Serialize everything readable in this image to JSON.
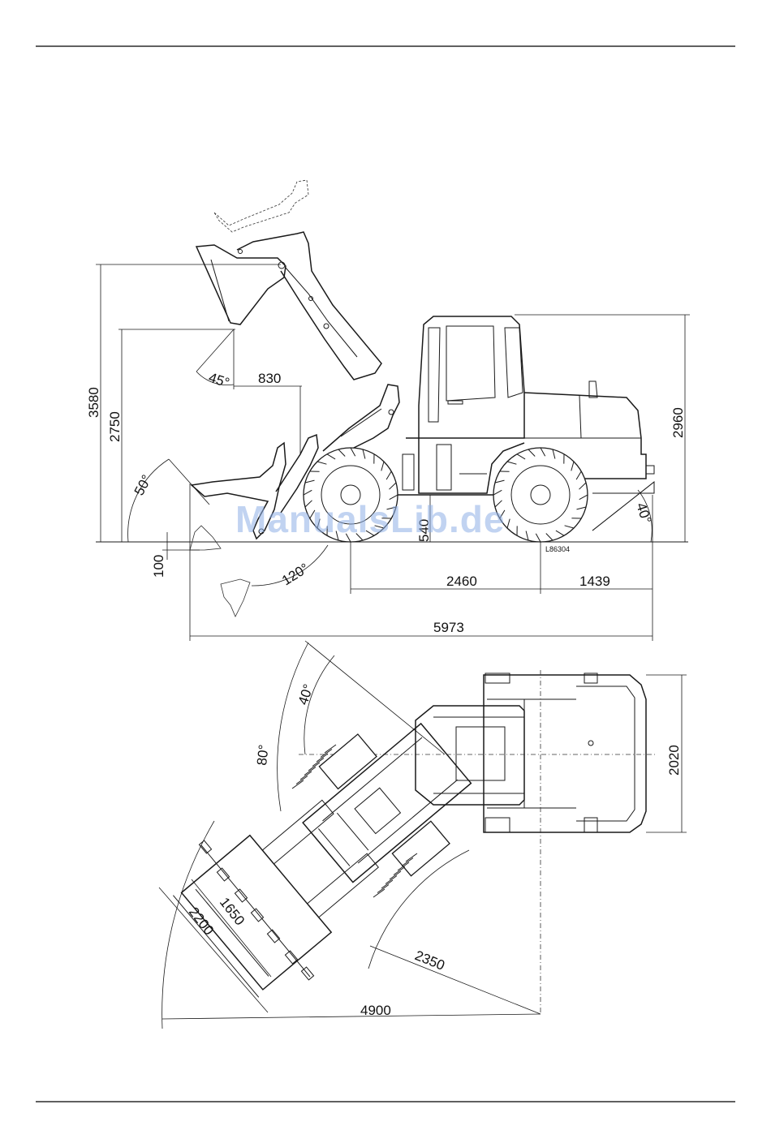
{
  "side_view": {
    "drawing_code": "L86304",
    "dimensions": {
      "max_lift_height": "3580",
      "dump_height": "2750",
      "dump_reach": "830",
      "overall_height": "2960",
      "wheelbase": "2460",
      "rear_overhang": "1439",
      "overall_length": "5973",
      "digging_depth": "100",
      "ground_clearance": "540"
    },
    "angles": {
      "dump_angle": "45°",
      "rollback_angle": "50°",
      "rear_departure_angle": "40°",
      "bucket_rotation": "120°"
    }
  },
  "top_view": {
    "dimensions": {
      "overall_width": "2020",
      "bucket_width": "2200",
      "track_width": "1650",
      "inner_turn_radius": "2350",
      "outer_turn_radius": "4900"
    },
    "angles": {
      "articulation_angle": "40°",
      "sweep_angle": "80°"
    }
  },
  "watermark": "ManualsLib.de"
}
